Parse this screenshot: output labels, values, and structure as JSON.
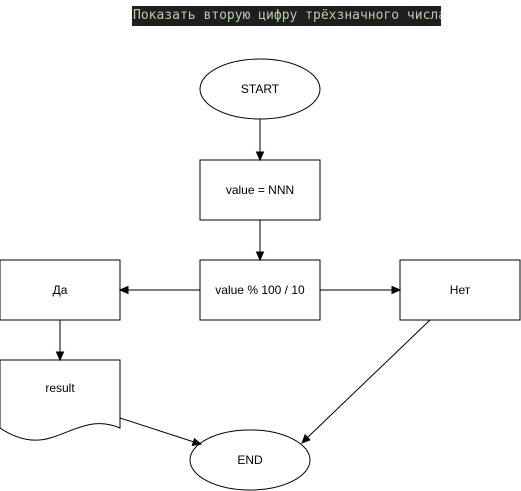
{
  "title": "Показать вторую цифру трёхзначного числа",
  "nodes": {
    "start": "START",
    "assign": "value = NNN",
    "compute": "value % 100 / 10",
    "yes": "Да",
    "no": "Нет",
    "result": "result",
    "end": "END"
  },
  "colors": {
    "title_background": "#1e1e1e",
    "title_text": "#b5cea8",
    "stroke": "#000000",
    "fill": "#ffffff"
  }
}
